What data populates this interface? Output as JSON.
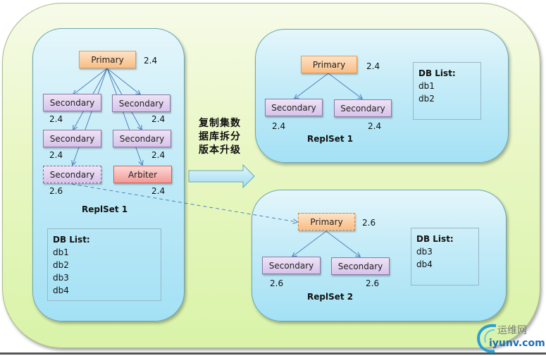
{
  "diagram": {
    "caption_lines": [
      "复制集数",
      "据库拆分",
      "版本升级"
    ],
    "left_set": {
      "label": "ReplSet 1",
      "primary": {
        "label": "Primary",
        "version": "2.4"
      },
      "nodes": [
        {
          "label": "Secondary",
          "version": "2.4"
        },
        {
          "label": "Secondary",
          "version": "2.4"
        },
        {
          "label": "Secondary",
          "version": "2.4"
        },
        {
          "label": "Secondary",
          "version": "2.4"
        },
        {
          "label": "Secondary",
          "version": "2.6"
        },
        {
          "label": "Arbiter",
          "version": "2.4"
        }
      ],
      "db_list": {
        "title": "DB List:",
        "items": [
          "db1",
          "db2",
          "db3",
          "db4"
        ]
      }
    },
    "top_right_set": {
      "label": "ReplSet 1",
      "primary": {
        "label": "Primary",
        "version": "2.4"
      },
      "nodes": [
        {
          "label": "Secondary",
          "version": "2.4"
        },
        {
          "label": "Secondary",
          "version": "2.4"
        }
      ],
      "db_list": {
        "title": "DB List:",
        "items": [
          "db1",
          "db2"
        ]
      }
    },
    "bottom_right_set": {
      "label": "ReplSet 2",
      "primary": {
        "label": "Primary",
        "version": "2.6"
      },
      "nodes": [
        {
          "label": "Secondary",
          "version": "2.6"
        },
        {
          "label": "Secondary",
          "version": "2.6"
        }
      ],
      "db_list": {
        "title": "DB List:",
        "items": [
          "db3",
          "db4"
        ]
      }
    },
    "watermark": {
      "cn": "运维网",
      "en": "iyunv.com"
    }
  }
}
